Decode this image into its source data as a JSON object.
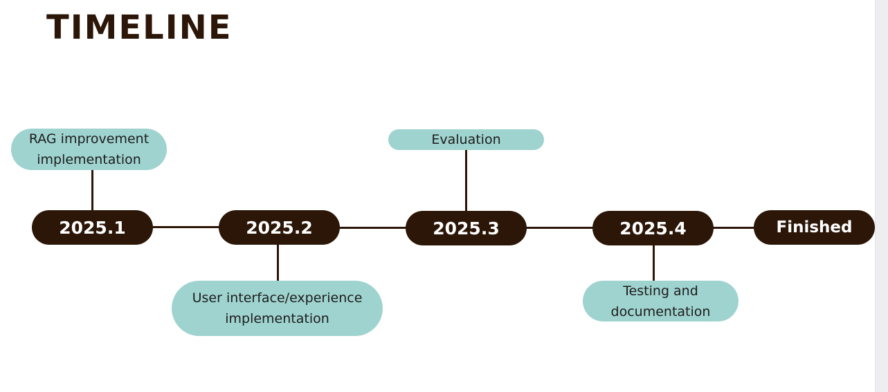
{
  "title": "TIMELINE",
  "milestones": [
    {
      "label": "2025.1",
      "task": "RAG improvement\nimplementation"
    },
    {
      "label": "2025.2",
      "task": "User interface/experience\nimplementation"
    },
    {
      "label": "2025.3",
      "task": "Evaluation"
    },
    {
      "label": "2025.4",
      "task": "Testing and\ndocumentation"
    },
    {
      "label": "Finished"
    }
  ],
  "colors": {
    "node": "#2b1608",
    "node_text": "#ffffff",
    "task_bubble": "#9fd3cf",
    "task_text": "#1c1c1c"
  }
}
